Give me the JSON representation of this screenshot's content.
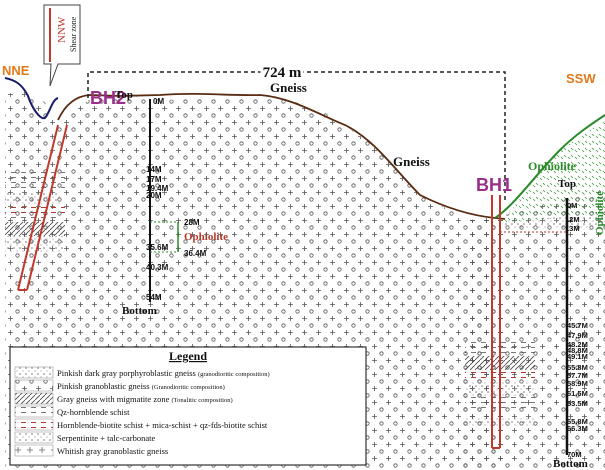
{
  "distance_label": "724 m",
  "directions": {
    "left": "NNE",
    "right": "SSW"
  },
  "shear_zone": {
    "title": "NNW",
    "subtitle": "Shear zone"
  },
  "boreholes": {
    "bh2": {
      "name": "BH2",
      "top_label": "Top",
      "bottom_label": "Bottom",
      "depths": [
        "0M",
        "14M",
        "17M",
        "19.4M",
        "20M",
        "28M",
        "35.6M",
        "36.4M",
        "40.3M",
        "54M"
      ],
      "unit_label": "Ophiolite"
    },
    "bh1": {
      "name": "BH1",
      "top_label": "Top",
      "bottom_label": "Bottom",
      "depths": [
        "0M",
        "12M",
        "13M",
        "45.7M",
        "47.9M",
        "48.2M",
        "48.8M",
        "49.1M",
        "55.8M",
        "57.7M",
        "58.9M",
        "61.5M",
        "63.5M",
        "65.8M",
        "66.3M",
        "70M"
      ],
      "unit_label": "Ophiolite"
    }
  },
  "surface_labels": [
    "Gneiss",
    "Gneiss",
    "Ophiolite"
  ],
  "colors": {
    "ophiolite": "#b03a2e",
    "green_unit": "#2a8a2a",
    "shear": "#c0392b",
    "bh_name": "#9b2d8b",
    "direction": "#e07a1a"
  },
  "legend": {
    "title": "Legend",
    "items": [
      {
        "text": "Pinkish dark gray porphyroblastic gneiss",
        "note": "(granodioritic composition)"
      },
      {
        "text": "Pinkish granoblastic gneiss",
        "note": "(Granodioritic composition)"
      },
      {
        "text": "Gray gneiss with migmatite zone",
        "note": "(Tonalitic composition)"
      },
      {
        "text": "Qz-hornblende schist",
        "note": ""
      },
      {
        "text": "Hornblende-biotite schist + mica-schist + qz-fds-biotite schist",
        "note": ""
      },
      {
        "text": "Serpentinite + talc-carbonate",
        "note": ""
      },
      {
        "text": "Whitish gray granoblastic gneiss",
        "note": ""
      }
    ]
  }
}
